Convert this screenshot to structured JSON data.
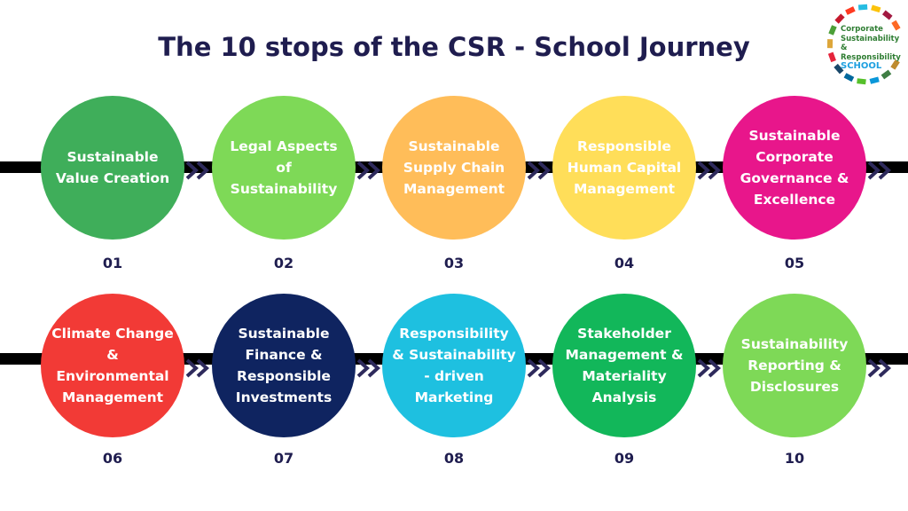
{
  "title": "The 10 stops of the CSR - School Journey",
  "logo": {
    "line1": "Corporate",
    "line2": "Sustainability &",
    "line3": "Responsibility",
    "line4": "SCHOOL"
  },
  "stops": [
    {
      "number": "01",
      "label": "Sustainable Value Creation",
      "color": "#3fae5a"
    },
    {
      "number": "02",
      "label": "Legal Aspects of Sustainability",
      "color": "#7ed957"
    },
    {
      "number": "03",
      "label": "Sustainable Supply Chain Management",
      "color": "#ffbd59"
    },
    {
      "number": "04",
      "label": "Responsible Human Capital Management",
      "color": "#ffde59"
    },
    {
      "number": "05",
      "label": "Sustainable Corporate Governance & Excellence",
      "color": "#e8168b"
    },
    {
      "number": "06",
      "label": "Climate Change & Environmental Management",
      "color": "#f23a36"
    },
    {
      "number": "07",
      "label": "Sustainable Finance & Responsible Investments",
      "color": "#0f2460"
    },
    {
      "number": "08",
      "label": "Responsibility & Sustainability - driven Marketing",
      "color": "#1ec0e0"
    },
    {
      "number": "09",
      "label": "Stakeholder Management & Materiality Analysis",
      "color": "#12b75a"
    },
    {
      "number": "10",
      "label": "Sustainability Reporting & Disclosures",
      "color": "#7ed957"
    }
  ]
}
